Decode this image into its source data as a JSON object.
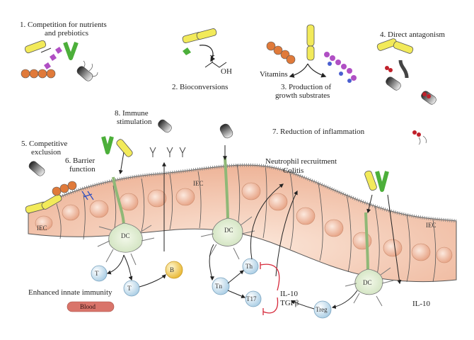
{
  "mechanisms": {
    "m1_line1": "1. Competition for nutrients",
    "m1_line2": "and prebiotics",
    "m2": "2. Bioconversions",
    "m3_line1": "3. Production of",
    "m3_line2": "growth substrates",
    "m4": "4. Direct antagonism",
    "m5_line1": "5. Competitive",
    "m5_line2": "exclusion",
    "m6_line1": "6. Barrier",
    "m6_line2": "function",
    "m7": "7. Reduction of inflammation",
    "m8_line1": "8. Immune",
    "m8_line2": "stimulation"
  },
  "labels": {
    "vitamins": "Vitamins",
    "oh": "OH",
    "iec": "IEC",
    "dc": "DC",
    "neutrophil": "Neutrophil recruitment",
    "colitis": "Colitis",
    "innate": "Enhanced innate immunity",
    "blood": "Blood",
    "il10": "IL-10",
    "tgf": "TGFβ",
    "treg": "Treg",
    "th": "Th",
    "tn": "Tn",
    "t17": "T17",
    "t": "T",
    "b": "B"
  },
  "colors": {
    "epithelium": "#f6d3c0",
    "epithelium_dark": "#e8a98a",
    "dendritic": "#8fb877",
    "tcell": "#bcd8ea",
    "bcell": "#f2c84a",
    "yellow_bact": "#f2ea5a",
    "green_bact": "#4caf3a",
    "orange_bact": "#e07a3a",
    "purple": "#b04fc4",
    "blood": "#d9746a",
    "inhibit": "#d6283a"
  }
}
